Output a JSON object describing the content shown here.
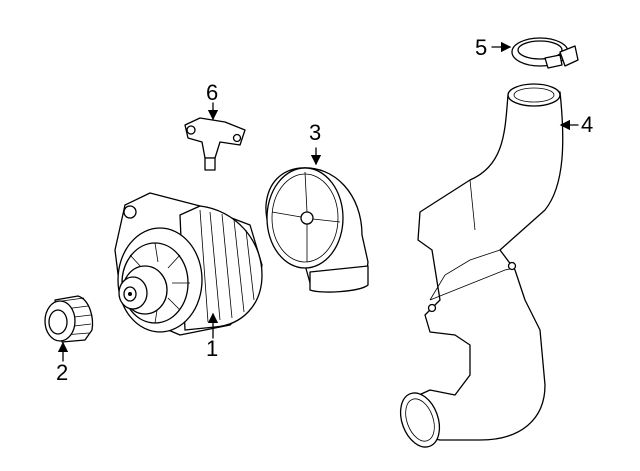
{
  "callouts": [
    {
      "id": "1",
      "part": "alternator"
    },
    {
      "id": "2",
      "part": "pulley"
    },
    {
      "id": "3",
      "part": "air-duct-cover"
    },
    {
      "id": "4",
      "part": "air-duct-hose"
    },
    {
      "id": "5",
      "part": "hose-clamp"
    },
    {
      "id": "6",
      "part": "voltage-regulator"
    }
  ]
}
